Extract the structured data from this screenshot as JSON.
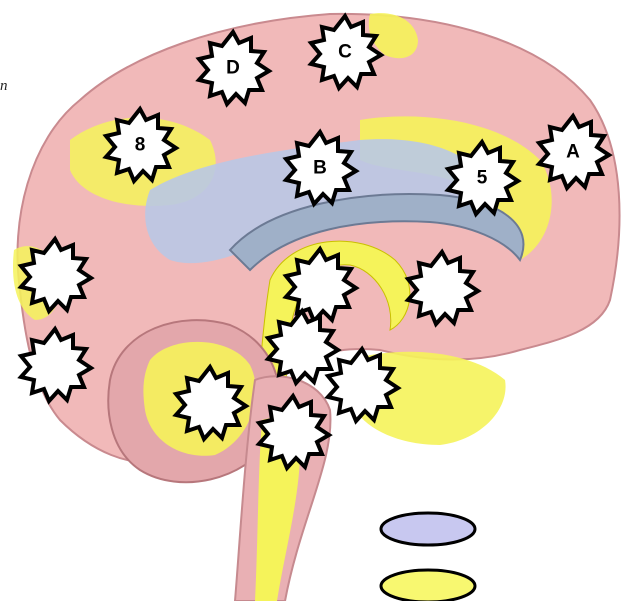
{
  "diagram": {
    "stray_text": "n",
    "labels": [
      {
        "id": "A",
        "text": "A"
      },
      {
        "id": "B",
        "text": "B"
      },
      {
        "id": "C",
        "text": "C"
      },
      {
        "id": "D",
        "text": "D"
      },
      {
        "id": "5",
        "text": "5"
      },
      {
        "id": "8",
        "text": "8"
      },
      {
        "id": "blank-1",
        "text": ""
      },
      {
        "id": "blank-2",
        "text": ""
      },
      {
        "id": "blank-3",
        "text": ""
      },
      {
        "id": "blank-4",
        "text": ""
      },
      {
        "id": "blank-5",
        "text": ""
      },
      {
        "id": "blank-6",
        "text": ""
      },
      {
        "id": "blank-7",
        "text": ""
      },
      {
        "id": "blank-8",
        "text": ""
      }
    ],
    "legend": [
      {
        "id": "lavender-key",
        "color": "#c8c8f0"
      },
      {
        "id": "yellow-key",
        "color": "#f8f870"
      }
    ],
    "colors": {
      "cortex": "#f1b9b9",
      "cortex_dark": "#d98f93",
      "yellow_highlight": "#f5f35a",
      "blue_highlight": "#b9c8e6",
      "outline": "#000000"
    }
  }
}
